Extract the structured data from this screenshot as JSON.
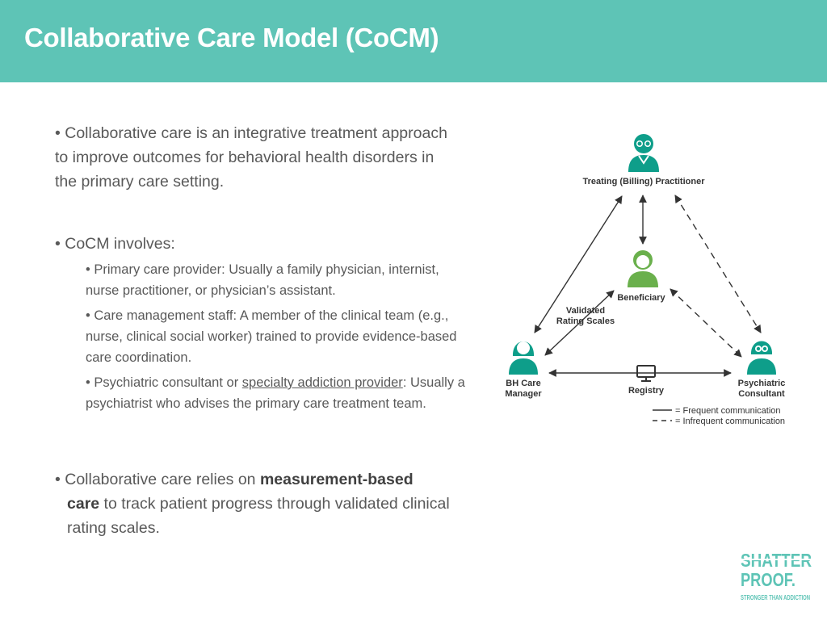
{
  "header": {
    "title": "Collaborative Care Model (CoCM)"
  },
  "content": {
    "bullet1": "• Collaborative care is an integrative treatment approach to improve outcomes for behavioral health disorders in the primary care setting.",
    "bullet2": "• CoCM involves:",
    "sub1": "• Primary care provider: Usually a family physician, internist, nurse practitioner, or physician’s assistant.",
    "sub2": "• Care management staff: A member of the clinical team (e.g., nurse, clinical social worker) trained to provide evidence-based care coordination.",
    "sub3_prefix": "• Psychiatric consultant or ",
    "sub3_link": "specialty addiction provider",
    "sub3_suffix": ": Usually a psychiatrist who advises the primary care treatment team.",
    "bullet3_prefix": "• Collaborative care relies on ",
    "bullet3_bold1": "measurement-based",
    "bullet3_bold2": "care",
    "bullet3_suffix": " to track patient progress through validated clinical rating scales."
  },
  "diagram": {
    "practitioner_label": "Treating (Billing) Practitioner",
    "beneficiary_label": "Beneficiary",
    "validated_line1": "Validated",
    "validated_line2": "Rating Scales",
    "bh_line1": "BH Care",
    "bh_line2": "Manager",
    "registry_label": "Registry",
    "psych_line1": "Psychiatric",
    "psych_line2": "Consultant",
    "legend_frequent": "= Frequent communication",
    "legend_infrequent": "= Infrequent communication",
    "colors": {
      "teal": "#0e9e8a",
      "green": "#6ab04c",
      "line": "#333333"
    }
  },
  "logo": {
    "line1": "SHATTER",
    "line2": "PROOF.",
    "tagline": "STRONGER THAN ADDICTION",
    "color": "#5ec4b6"
  }
}
